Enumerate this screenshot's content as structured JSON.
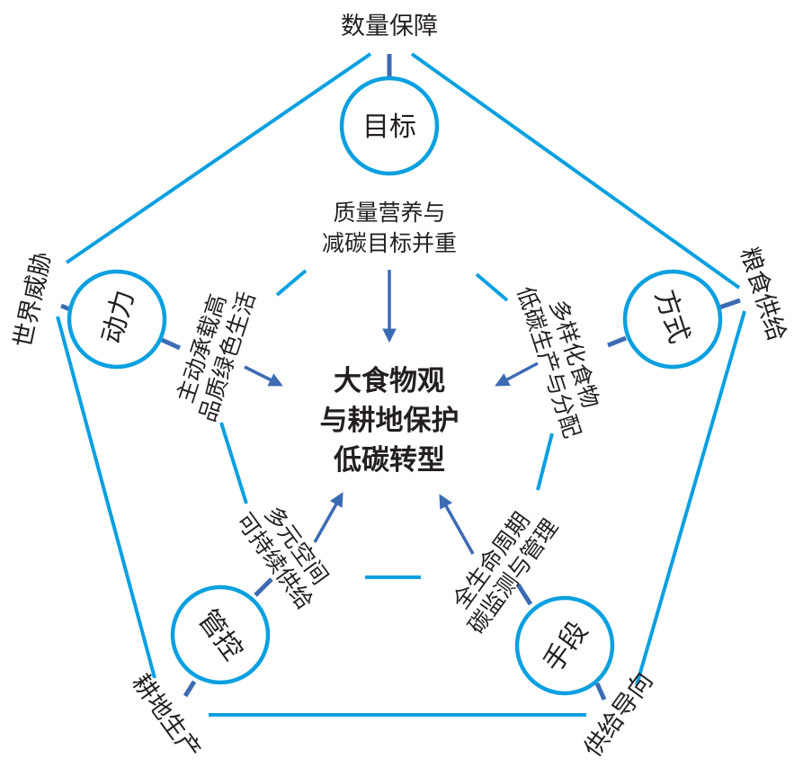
{
  "title_center": [
    "大食物观",
    "与耕地保护",
    "低碳转型"
  ],
  "outer_labels": {
    "top": "数量保障",
    "left": "世界威胁",
    "right": "粮食供给",
    "bottom_left": "耕地生产",
    "bottom_right": "供给导向"
  },
  "circles": {
    "top": "目标",
    "left": "动力",
    "right": "方式",
    "bottom_left": "管控",
    "bottom_right": "手段"
  },
  "inner_labels": {
    "top": [
      "质量营养与",
      "减碳目标并重"
    ],
    "left": [
      "主动承载高",
      "品质绿色生活"
    ],
    "right": [
      "多样化食物",
      "低碳生产与分配"
    ],
    "bottom_left": [
      "多元空间",
      "可持续供给"
    ],
    "bottom_right": [
      "全生命周期",
      "碳监测与管理"
    ]
  },
  "colors": {
    "outline": "#0aa0e0",
    "connector": "#3d6bb3",
    "text": "#231f20"
  }
}
